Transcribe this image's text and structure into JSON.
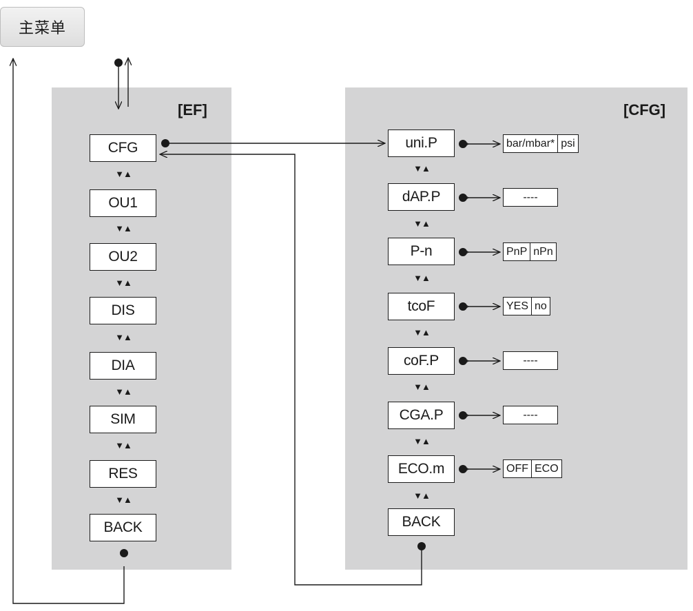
{
  "main_menu": {
    "label": "主菜单"
  },
  "ef_panel": {
    "title": "[EF]",
    "items": [
      "CFG",
      "OU1",
      "OU2",
      "DIS",
      "DIA",
      "SIM",
      "RES",
      "BACK"
    ]
  },
  "cfg_panel": {
    "title": "[CFG]",
    "items": [
      {
        "label": "uni.P",
        "options": [
          "bar/mbar*",
          "psi"
        ]
      },
      {
        "label": "dAP.P",
        "options": [
          "----"
        ]
      },
      {
        "label": "P-n",
        "options": [
          "PnP",
          "nPn"
        ]
      },
      {
        "label": "tcoF",
        "options": [
          "YES",
          "no"
        ]
      },
      {
        "label": "coF.P",
        "options": [
          "----"
        ]
      },
      {
        "label": "CGA.P",
        "options": [
          "----"
        ]
      },
      {
        "label": "ECO.m",
        "options": [
          "OFF",
          "ECO"
        ]
      },
      {
        "label": "BACK",
        "options": []
      }
    ]
  },
  "symbols": {
    "updown": "▼▲",
    "line_color": "#1a1a1a",
    "panel_color": "#d4d4d5"
  }
}
